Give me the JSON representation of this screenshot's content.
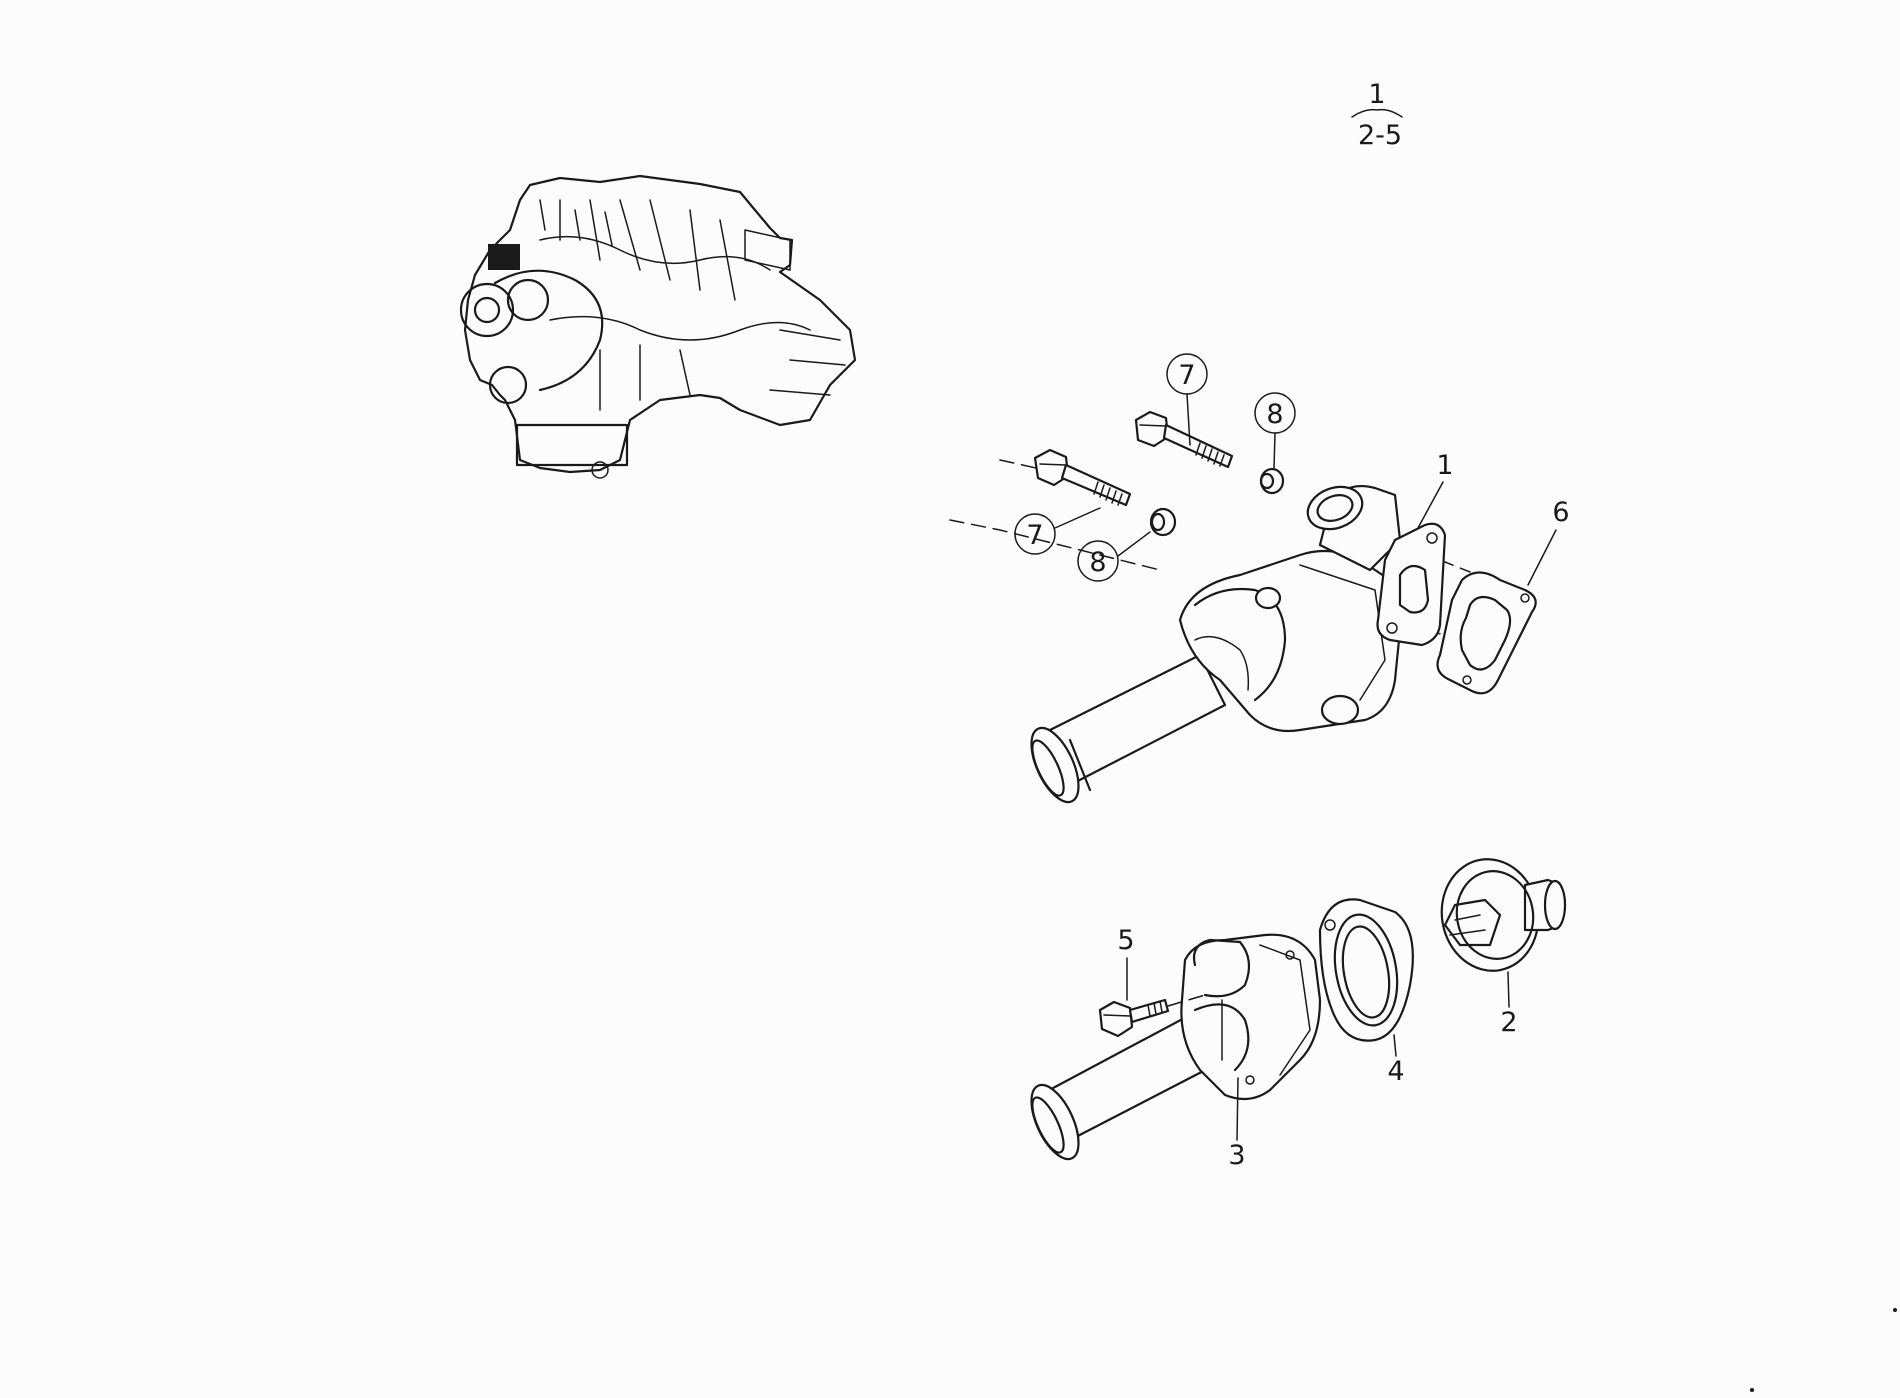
{
  "group_reference": {
    "main": "1",
    "range": "2-5"
  },
  "callouts": [
    {
      "id": "c1",
      "text": "1"
    },
    {
      "id": "c2",
      "text": "2"
    },
    {
      "id": "c3",
      "text": "3"
    },
    {
      "id": "c4",
      "text": "4"
    },
    {
      "id": "c5",
      "text": "5"
    },
    {
      "id": "c6",
      "text": "6"
    },
    {
      "id": "c7a",
      "text": "7"
    },
    {
      "id": "c7b",
      "text": "7"
    },
    {
      "id": "c8a",
      "text": "8"
    },
    {
      "id": "c8b",
      "text": "8"
    }
  ],
  "colors": {
    "line": "#1a1a1a",
    "paper": "#fcfcfc"
  }
}
